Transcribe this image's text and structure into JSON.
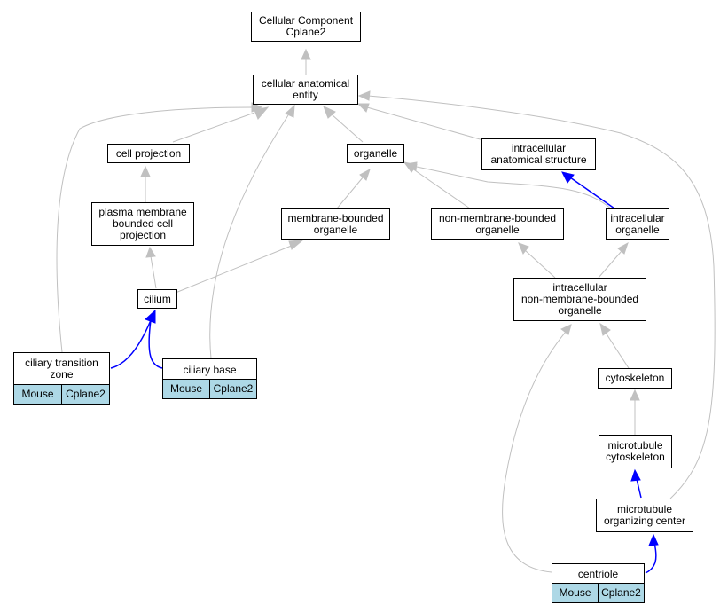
{
  "colors": {
    "is_a_edge": "#c0c0c0",
    "part_of_edge": "#0000ff",
    "species_fill": "#add8e6"
  },
  "nodes": {
    "root": "Cellular Component\nCplane2",
    "cae": "cellular anatomical\nentity",
    "cell_projection": "cell projection",
    "organelle": "organelle",
    "ias": "intracellular\nanatomical structure",
    "pmbcp": "plasma membrane\nbounded cell\nprojection",
    "mbo": "membrane-bounded\norganelle",
    "nmbo": "non-membrane-bounded\norganelle",
    "io": "intracellular\norganelle",
    "cilium": "cilium",
    "inmbo": "intracellular\nnon-membrane-bounded\norganelle",
    "ctz": "ciliary transition\nzone",
    "cb": "ciliary base",
    "cytoskeleton": "cytoskeleton",
    "mtc": "microtubule\ncytoskeleton",
    "mtoc": "microtubule\norganizing center",
    "centriole": "centriole"
  },
  "tags": {
    "species": "Mouse",
    "source": "Cplane2"
  }
}
